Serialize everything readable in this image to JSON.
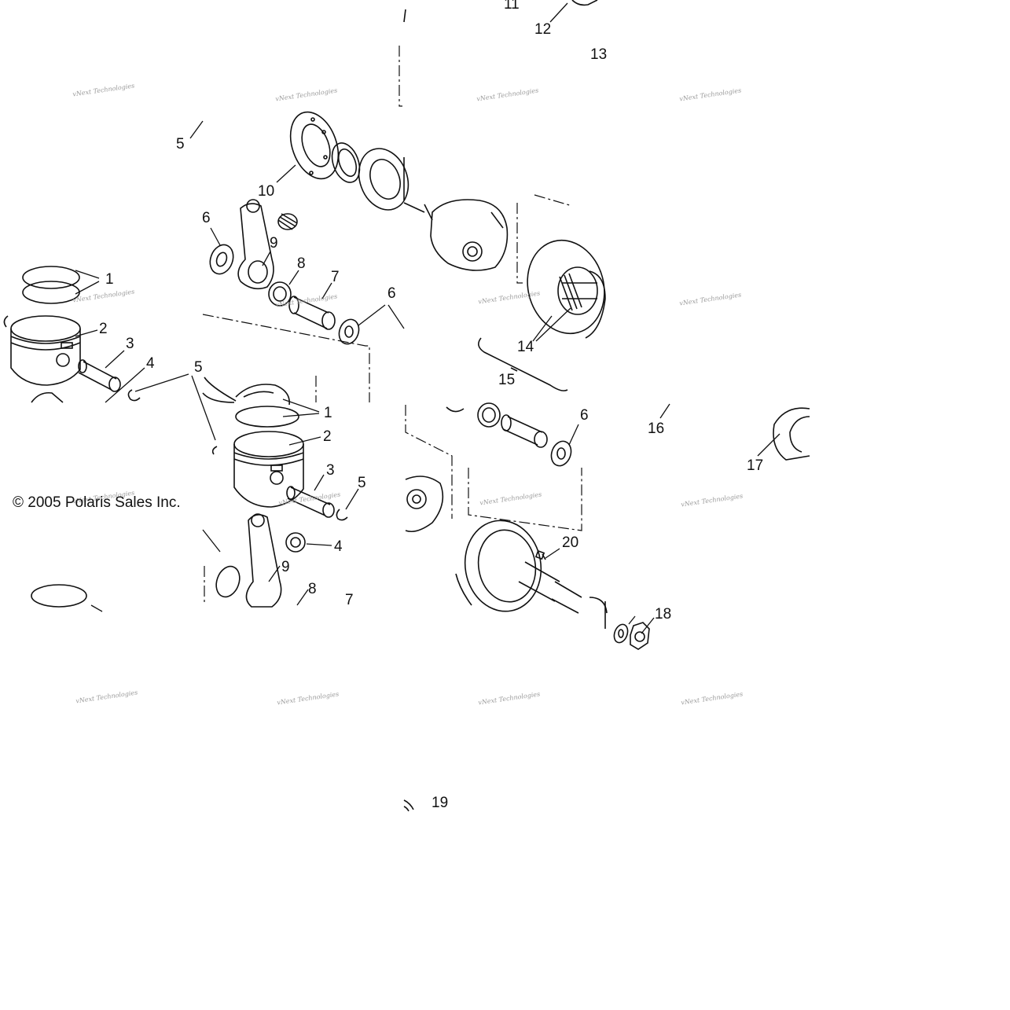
{
  "diagram": {
    "copyright": "© 2005 Polaris Sales Inc.",
    "watermark": "vNext Technologies",
    "callouts": {
      "n11": "11",
      "n12": "12",
      "n13": "13",
      "n5a": "5",
      "n10": "10",
      "n6a": "6",
      "n9a": "9",
      "n8a": "8",
      "n7a": "7",
      "n6b": "6",
      "n1a": "1",
      "n2a": "2",
      "n3a": "3",
      "n4a": "4",
      "n5b": "5",
      "n1b": "1",
      "n2b": "2",
      "n3b": "3",
      "n5c": "5",
      "n4b": "4",
      "n9b": "9",
      "n8b": "8",
      "n7b": "7",
      "n14": "14",
      "n15": "15",
      "n6c": "6",
      "n16": "16",
      "n17": "17",
      "n20": "20",
      "n18": "18",
      "n19": "19"
    }
  }
}
